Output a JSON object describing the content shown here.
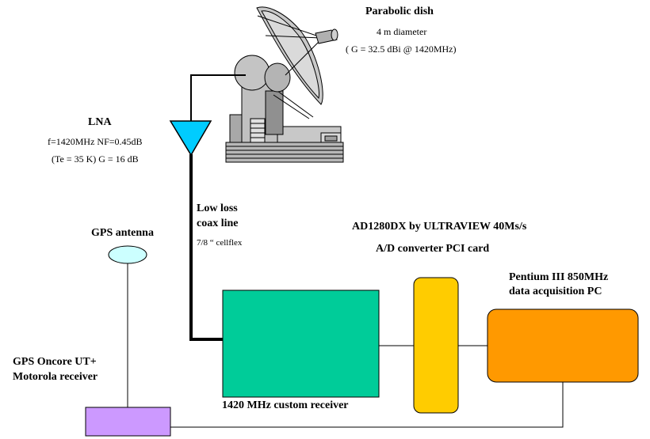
{
  "dish": {
    "title": "Parabolic dish",
    "diameter": "4 m diameter",
    "gain": "( G = 32.5 dBi @ 1420MHz)"
  },
  "lna": {
    "title": "LNA",
    "spec1": "f=1420MHz  NF=0.45dB",
    "spec2": "(Te = 35 K) G = 16 dB",
    "color": "#00ccff"
  },
  "coax": {
    "line1": "Low loss",
    "line2": "coax line",
    "spec": "7/8 “ cellflex"
  },
  "gps_antenna": {
    "label": "GPS antenna",
    "color": "#ccffff"
  },
  "gps_receiver": {
    "line1": "GPS Oncore UT+",
    "line2": "Motorola receiver",
    "color": "#cc99ff"
  },
  "adc": {
    "line1": "AD1280DX by ULTRAVIEW 40Ms/s",
    "line2": "A/D converter PCI card",
    "color": "#ffcc00"
  },
  "pc": {
    "line1": "Pentium III 850MHz",
    "line2": "data acquisition PC",
    "color": "#ff9900"
  },
  "receiver": {
    "label": "1420 MHz custom receiver",
    "color": "#00cc99"
  }
}
